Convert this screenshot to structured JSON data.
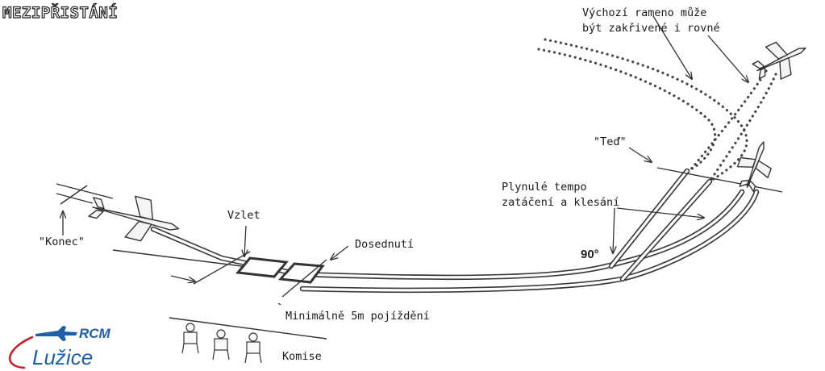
{
  "title": "MEZIPŘISTÁNÍ",
  "labels": {
    "approach_line1": "Výchozí rameno může",
    "approach_line2": "být zakřivené i rovné",
    "now": "\"Teď\"",
    "turn_line1": "Plynulé tempo",
    "turn_line2": "zatáčení a klesání",
    "angle": "90°",
    "takeoff": "Vzlet",
    "touchdown": "Dosednutí",
    "end": "\"Konec\"",
    "min_taxi": "Minimálně 5m pojíždění",
    "judges": "Komise"
  },
  "logo": {
    "top": "RCM",
    "main": "Lužice",
    "colors": {
      "blue": "#1e5fa8",
      "red": "#c8202a"
    }
  }
}
